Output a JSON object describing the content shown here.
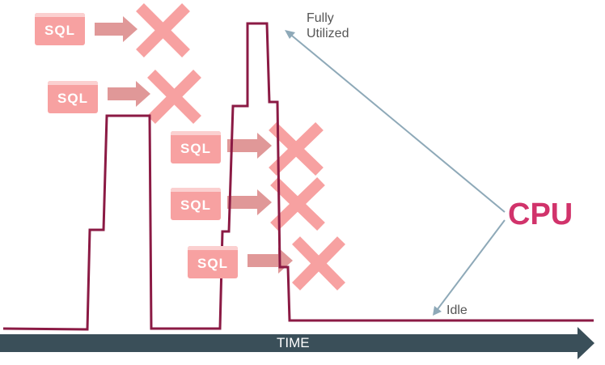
{
  "labels": {
    "fully_utilized_line1": "Fully",
    "fully_utilized_line2": "Utilized",
    "idle": "Idle",
    "cpu": "CPU",
    "time": "TIME"
  },
  "queries": [
    {
      "label": "SQL"
    },
    {
      "label": "SQL"
    },
    {
      "label": "SQL"
    },
    {
      "label": "SQL"
    },
    {
      "label": "SQL"
    }
  ],
  "colors": {
    "cpu_line": "#8b1a44",
    "sql_fill": "#f7a1a1",
    "arrow": "#e09898",
    "cross": "#f7a1a1",
    "pointer": "#8ea9b8",
    "time_axis": "#3a4f59",
    "cpu_label": "#d1336b"
  }
}
